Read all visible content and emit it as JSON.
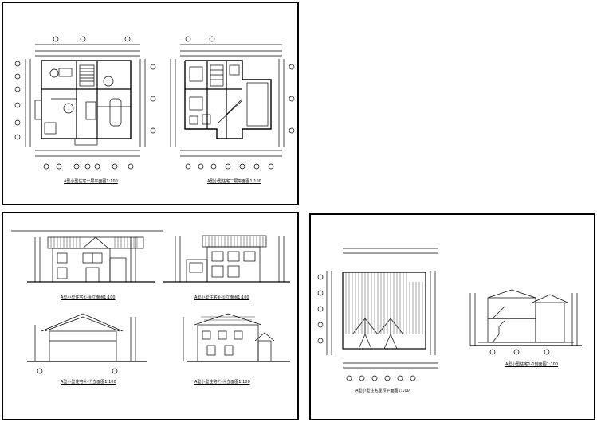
{
  "sheets": {
    "floor_plans": {
      "titles": {
        "first_floor": "A型小型住宅一层平面图1:100",
        "second_floor": "A型小型住宅二层平面图1:100"
      }
    },
    "elevations": {
      "titles": {
        "front": "A型小型住宅①-⑧立面图1:100",
        "back": "A型小型住宅⑧-①立面图1:100",
        "side_left": "A型小型住宅Ⓐ-Ⓕ立面图1:100",
        "side_right": "A型小型住宅Ⓕ-Ⓐ立面图1:100"
      }
    },
    "roof_section": {
      "titles": {
        "roof_plan": "A型小型住宅屋顶平面图1:100",
        "section": "A型小型住宅1-1剖面图1:100"
      }
    }
  }
}
